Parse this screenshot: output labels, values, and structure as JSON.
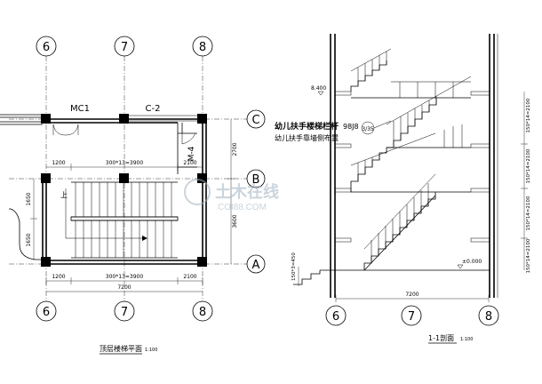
{
  "axes": {
    "plan_top": [
      "6",
      "7",
      "8"
    ],
    "plan_bottom": [
      "6",
      "7",
      "8"
    ],
    "section_bottom": [
      "6",
      "7",
      "8"
    ],
    "rows": [
      "C",
      "B",
      "A"
    ]
  },
  "plan": {
    "door_mc1": "MC1",
    "window_c2": "C-2",
    "door_m4": "M-4",
    "up_arrow": "上",
    "dims_top": [
      "1200",
      "300*13=3900",
      "2100"
    ],
    "dims_bottom": [
      "1200",
      "300*13=3900",
      "2100"
    ],
    "dim_total": "7200",
    "dims_vertical_right": [
      "2700",
      "3600"
    ],
    "dims_vertical_left": [
      "1650",
      "1650"
    ],
    "caption": "顶层楼梯平面",
    "caption_scale": "1:100"
  },
  "section": {
    "note1": "幼儿扶手楼梯栏杆",
    "note1_ref": "98J8",
    "note1_circle": "3/35",
    "note2": "幼儿扶手靠墙侧布置",
    "level_top": "8.400",
    "level_ground": "±0.000",
    "dims_right": [
      "150*14=2100",
      "150*14=2100",
      "150*14=2100",
      "150*14=2100"
    ],
    "dim_left_bottom": "150*3=450",
    "dim_total": "7200",
    "caption": "1-1剖面",
    "caption_scale": "1:100"
  },
  "watermark": {
    "text": "土木在线",
    "sub": "COI88.COM"
  }
}
